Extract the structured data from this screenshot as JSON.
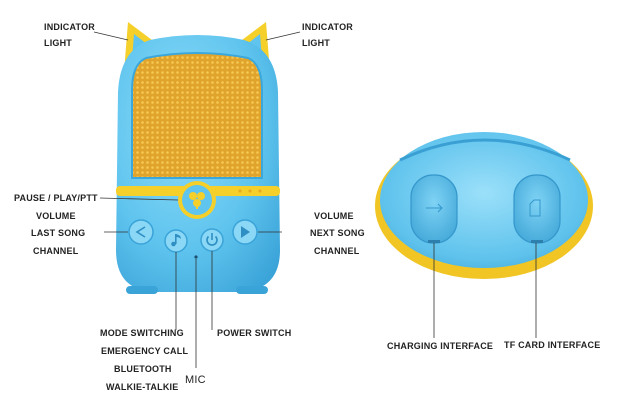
{
  "labels": {
    "indicator_left": [
      "INDICATOR",
      "LIGHT"
    ],
    "indicator_right": [
      "INDICATOR",
      "LIGHT"
    ],
    "pause_play": "PAUSE / PLAY/PTT",
    "volume_left": "VOLUME",
    "last_song": "LAST SONG",
    "channel_left": "CHANNEL",
    "volume_right": "VOLUME",
    "next_song": "NEXT SONG",
    "channel_right": "CHANNEL",
    "mode_switching": "MODE SWITCHING",
    "emergency_call": "EMERGENCY CALL",
    "bluetooth": "BLUETOOTH",
    "walkie_talkie": "WALKIE-TALKIE",
    "mic": "MIC",
    "power_switch": "POWER SWITCH",
    "charging_interface": "CHARGING INTERFACE",
    "tf_card_interface": "TF CARD INTERFACE"
  },
  "colors": {
    "body_blue": "#5fc4ee",
    "body_blue_dark": "#3aa8dc",
    "accent_yellow": "#f5cf2a",
    "grille_yellow": "#e6a92a",
    "leader_line": "#333333"
  },
  "icons": {
    "center_button": "clover-icon",
    "left_button": "previous-icon",
    "right_button": "next-icon",
    "mode_button": "music-note-icon",
    "power_button": "power-icon"
  }
}
